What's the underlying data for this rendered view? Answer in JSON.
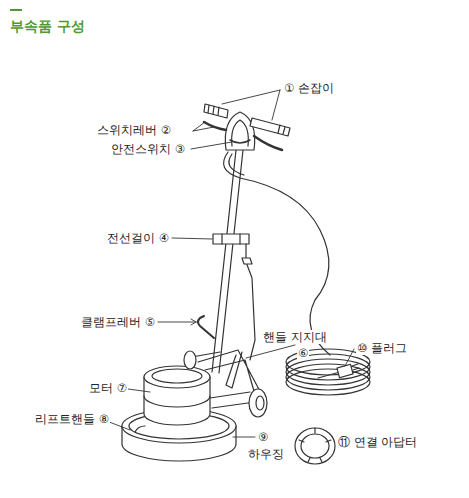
{
  "diagram": {
    "title": "부속품 구성",
    "labels": [
      "① 손잡이",
      "스위치레버 ②",
      "안전스위치 ③",
      "전선걸이 ④",
      "클램프레버 ⑤",
      "핸들 지지대",
      "⑥",
      "⑩ 플러그",
      "모터 ⑦",
      "리프트핸들 ⑧",
      "⑨",
      "하우징",
      "⑪ 연결 아답터"
    ]
  }
}
